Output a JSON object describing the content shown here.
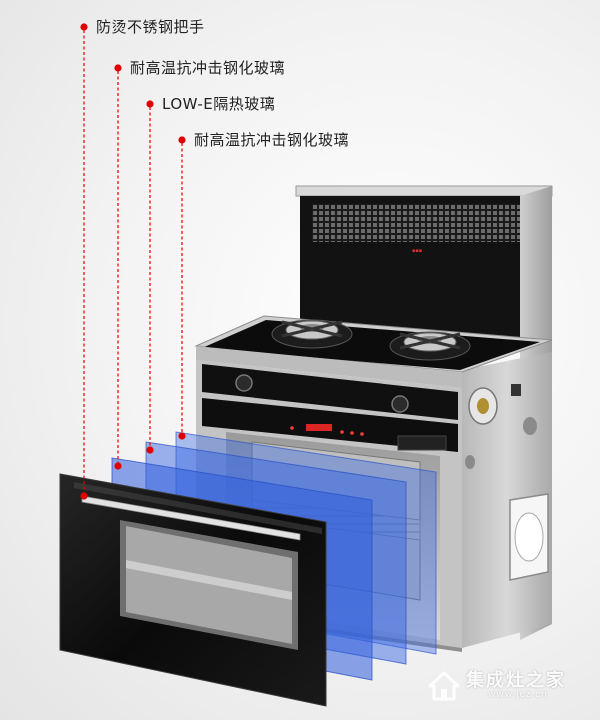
{
  "callouts": [
    {
      "label": "防烫不锈钢把手"
    },
    {
      "label": "耐高温抗冲击钢化玻璃"
    },
    {
      "label": "LOW-E隔热玻璃"
    },
    {
      "label": "耐高温抗冲击钢化玻璃"
    }
  ],
  "watermark": {
    "title": "集成灶之家",
    "url": "www.jcz.cn"
  },
  "colors": {
    "callout_dot": "#e10000",
    "glass_blue": "#3d6fe0",
    "stainless": "#bdbdbd",
    "black_glass": "#0b0b0b"
  }
}
